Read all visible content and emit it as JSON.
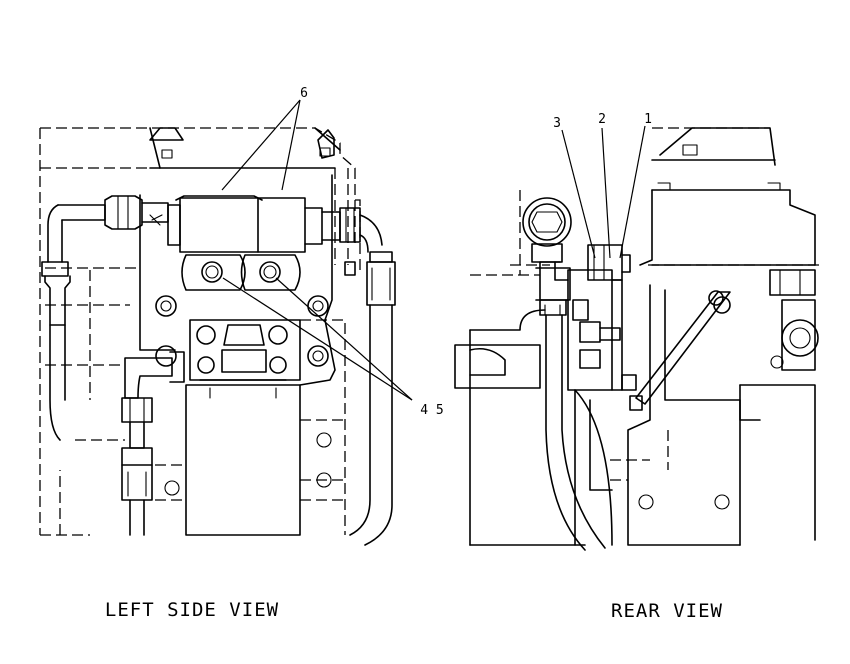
{
  "views": {
    "left": {
      "title": "LEFT SIDE VIEW"
    },
    "rear": {
      "title": "REAR VIEW"
    }
  },
  "callouts": {
    "c6": "6",
    "c45": "4 5",
    "c3": "3",
    "c2": "2",
    "c1": "1"
  }
}
